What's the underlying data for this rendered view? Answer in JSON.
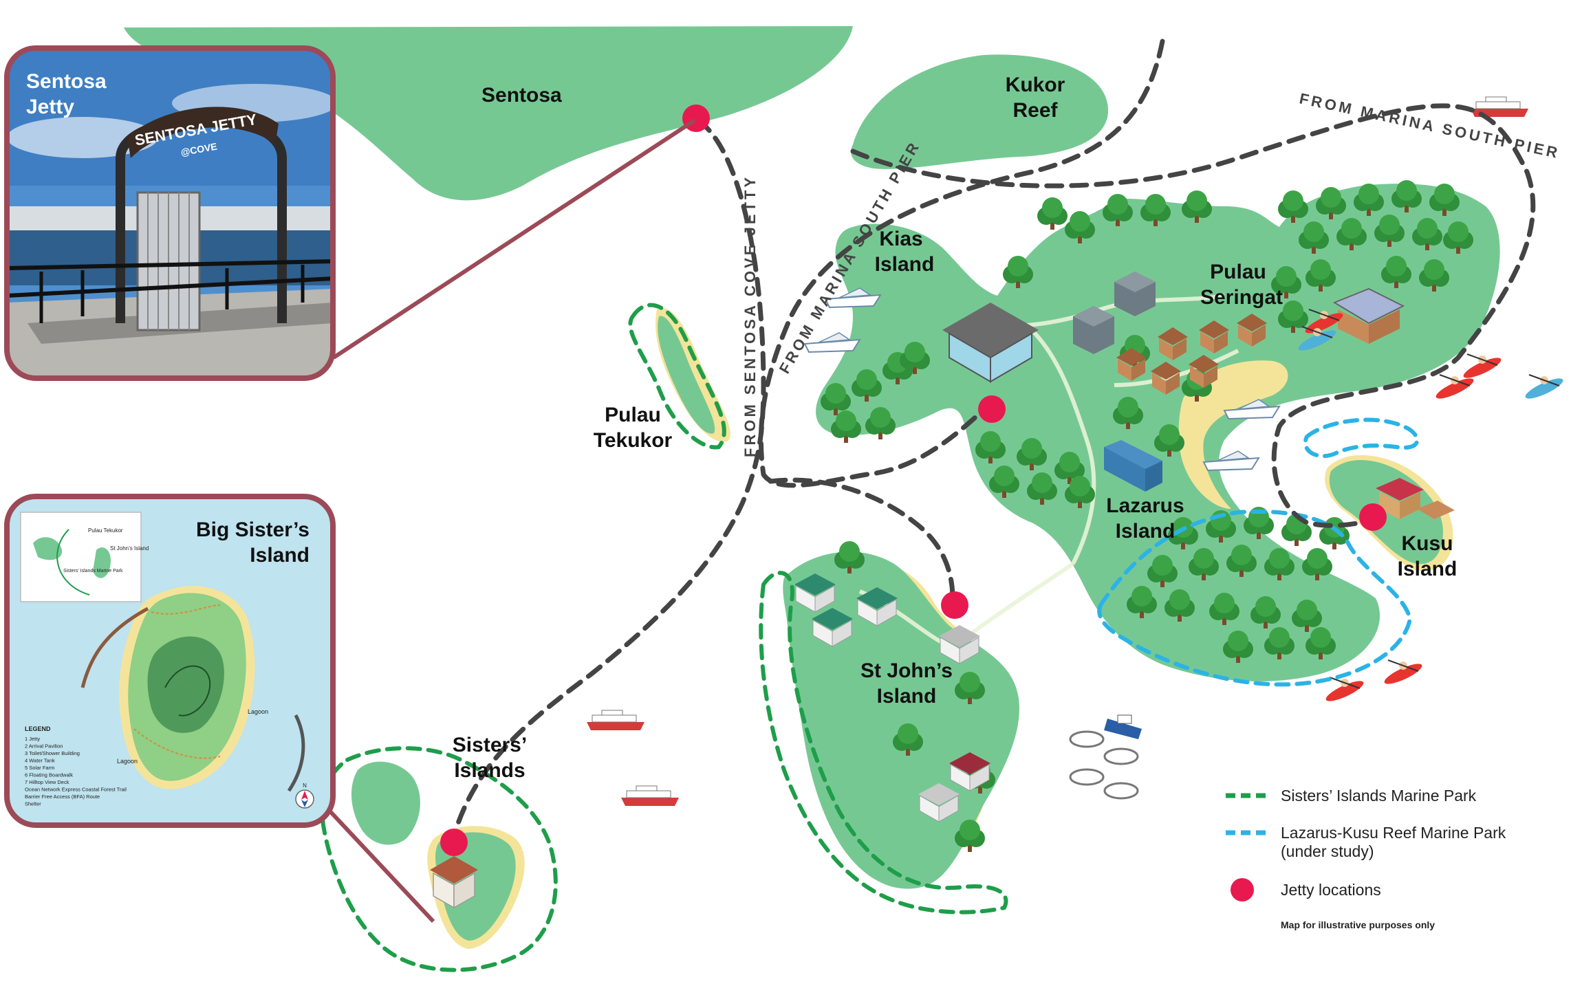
{
  "places": {
    "sentosa": "Sentosa",
    "kukor_reef": [
      "Kukor",
      "Reef"
    ],
    "kias_island": [
      "Kias",
      "Island"
    ],
    "pulau_seringat": [
      "Pulau",
      "Seringat"
    ],
    "pulau_tekukor": [
      "Pulau",
      "Tekukor"
    ],
    "lazarus_island": [
      "Lazarus",
      "Island"
    ],
    "kusu_island": [
      "Kusu",
      "Island"
    ],
    "st_johns_island": [
      "St John’s",
      "Island"
    ],
    "sisters_islands": [
      "Sisters’",
      "Islands"
    ]
  },
  "routes": {
    "from_marina_south_pier_1": "FROM MARINA SOUTH PIER",
    "from_marina_south_pier_2": "FROM MARINA SOUTH PIER",
    "from_sentosa_cove_jetty": "FROM SENTOSA COVE JETTY"
  },
  "insets": {
    "sentosa_jetty": {
      "title": [
        "Sentosa",
        "Jetty"
      ],
      "arch_sign": "SENTOSA JETTY",
      "arch_sub": "@COVE"
    },
    "big_sister": {
      "title": [
        "Big Sister’s",
        "Island"
      ],
      "mini_labels": [
        "Pulau Tekukor",
        "St John’s Island",
        "Sisters’ Islands Marine Park"
      ],
      "lagoon_labels": [
        "Lagoon",
        "Lagoon"
      ],
      "legend_title": "LEGEND",
      "legend_items": [
        "1  Jetty",
        "2  Arrival Pavilion",
        "3  Toilet/Shower Building",
        "4  Water Tank",
        "5  Solar Farm",
        "6  Floating Boardwalk",
        "7  Hilltop View Deck",
        "Ocean Network Express Coastal Forest Trail",
        "Barrier Free Access (BFA) Route",
        "Shelter"
      ],
      "compass": "N"
    }
  },
  "legend": {
    "sisters_park": "Sisters’ Islands Marine Park",
    "lazarus_park_1": "Lazarus-Kusu Reef Marine Park",
    "lazarus_park_2": "(under study)",
    "jetty": "Jetty locations",
    "disclaimer": "Map for illustrative purposes only"
  },
  "colors": {
    "land": "#76c893",
    "beach": "#f4e49a",
    "jetty": "#e8194f",
    "route": "#444444",
    "sisters_park": "#1e9e4a",
    "lazarus_park": "#2bb3e6",
    "inset_frame": "#9c4a57",
    "sea_inset": "#bfe3ef"
  }
}
